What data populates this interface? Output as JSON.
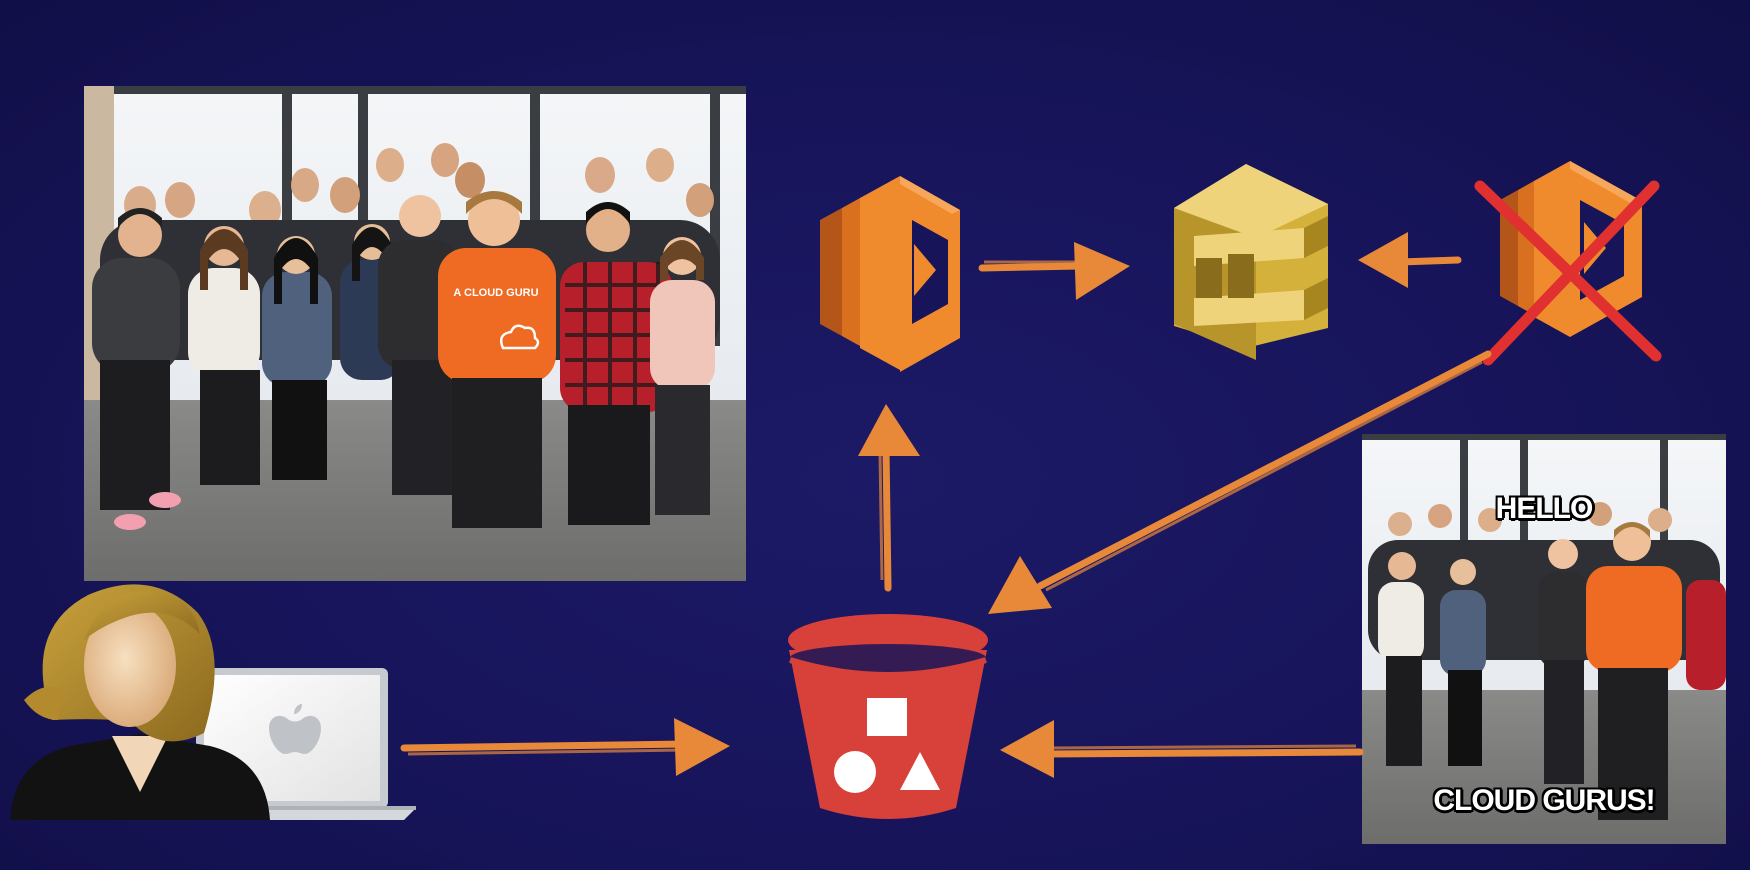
{
  "meme": {
    "top_text": "HELLO",
    "bottom_text": "CLOUD GURUS!"
  },
  "shirt_text": "A CLOUD GURU",
  "icons": {
    "user": "user-at-laptop-icon",
    "bucket": "s3-bucket-icon",
    "lambda": "lambda-function-icon",
    "queue": "sqs-queue-icon",
    "worker": "lambda-function-crossed-out-icon"
  },
  "colors": {
    "background": "#181558",
    "arrow": "#e8893a",
    "bucket_red": "#d8403a",
    "lambda_orange": "#ef8a2d",
    "sqs_gold": "#d4b13a",
    "cross_red": "#e03030"
  }
}
